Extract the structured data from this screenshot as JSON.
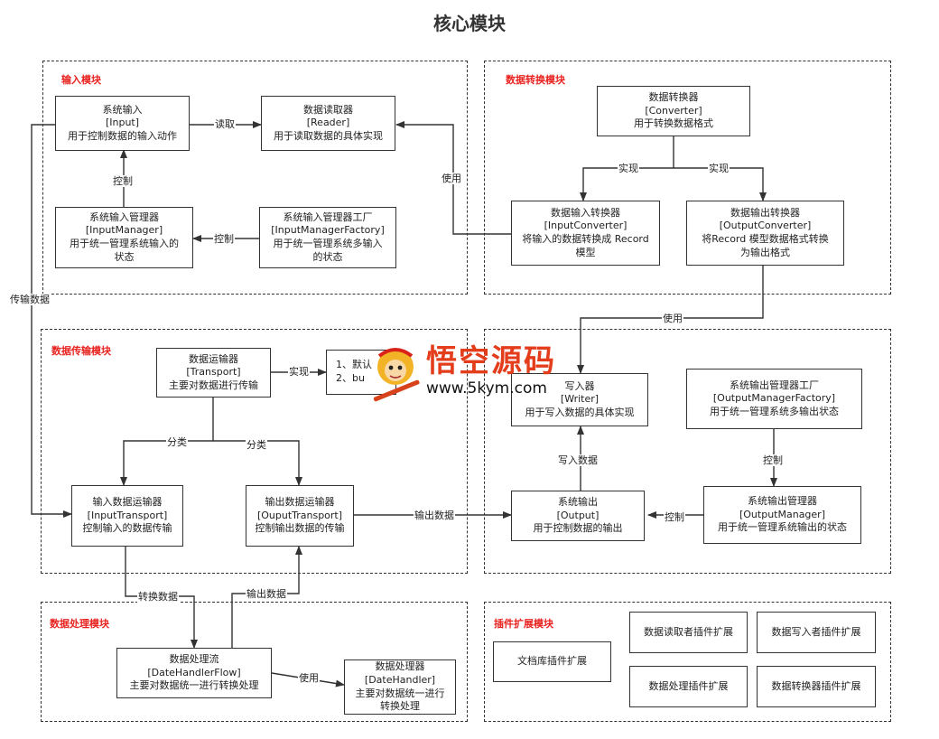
{
  "title": "核心模块",
  "groups": {
    "input": "输入模块",
    "convert": "数据转换模块",
    "transport": "数据传输模块",
    "process": "数据处理模块",
    "plugin": "插件扩展模块"
  },
  "boxes": {
    "input": [
      "系统输入",
      "[Input]",
      "用于控制数据的输入动作"
    ],
    "reader": [
      "数据读取器",
      "[Reader]",
      "用于读取数据的具体实现"
    ],
    "input_manager": [
      "系统输入管理器",
      "[InputManager]",
      "用于统一管理系统输入的",
      "状态"
    ],
    "input_manager_factory": [
      "系统输入管理器工厂",
      "[InputManagerFactory]",
      "用于统一管理系统多输入",
      "的状态"
    ],
    "converter": [
      "数据转换器",
      "[Converter]",
      "用于转换数据格式"
    ],
    "input_converter": [
      "数据输入转换器",
      "[InputConverter]",
      "将输入的数据转换成 Record",
      "模型"
    ],
    "output_converter": [
      "数据输出转换器",
      "[OutputConverter]",
      "将Record 模型数据格式转换",
      "为输出格式"
    ],
    "transport": [
      "数据运输器",
      "[Transport]",
      "主要对数据进行传输"
    ],
    "impl_note": [
      "1、默认",
      "2、bu"
    ],
    "writer": [
      "写入器",
      "[Writer]",
      "用于写入数据的具体实现"
    ],
    "output_manager_factory": [
      "系统输出管理器工厂",
      "[OutputManagerFactory]",
      "用于统一管理系统多输出状态"
    ],
    "input_transport": [
      "输入数据运输器",
      "[InputTransport]",
      "控制输入的数据传输"
    ],
    "output_transport": [
      "输出数据运输器",
      "[OuputTransport]",
      "控制输出数据的传输"
    ],
    "output": [
      "系统输出",
      "[Output]",
      "用于控制数据的输出"
    ],
    "output_manager": [
      "系统输出管理器",
      "[OutputManager]",
      "用于统一管理系统输出的状态"
    ],
    "date_handler_flow": [
      "数据处理流",
      "[DateHandlerFlow]",
      "主要对数据统一进行转换处理"
    ],
    "date_handler": [
      "数据处理器",
      "[DateHandler]",
      "主要对数据统一进行",
      "转换处理"
    ],
    "plugin_doc": [
      "文档库插件扩展"
    ],
    "plugin_reader": [
      "数据读取者插件扩展"
    ],
    "plugin_writer": [
      "数据写入者插件扩展"
    ],
    "plugin_handler": [
      "数据处理插件扩展"
    ],
    "plugin_converter": [
      "数据转换器插件扩展"
    ]
  },
  "edges": {
    "read": "读取",
    "control1": "控制",
    "control2": "控制",
    "use1": "使用",
    "impl1": "实现",
    "impl2": "实现",
    "use2": "使用",
    "transfer": "传输数据",
    "impl3": "实现",
    "classify1": "分类",
    "classify2": "分类",
    "write": "写入数据",
    "control3": "控制",
    "output_data": "输出数据",
    "control4": "控制",
    "convert_data": "转换数据",
    "output_data2": "输出数据",
    "use3": "使用"
  },
  "watermark": {
    "name": "悟空源码",
    "url": "www.5kym.com"
  }
}
